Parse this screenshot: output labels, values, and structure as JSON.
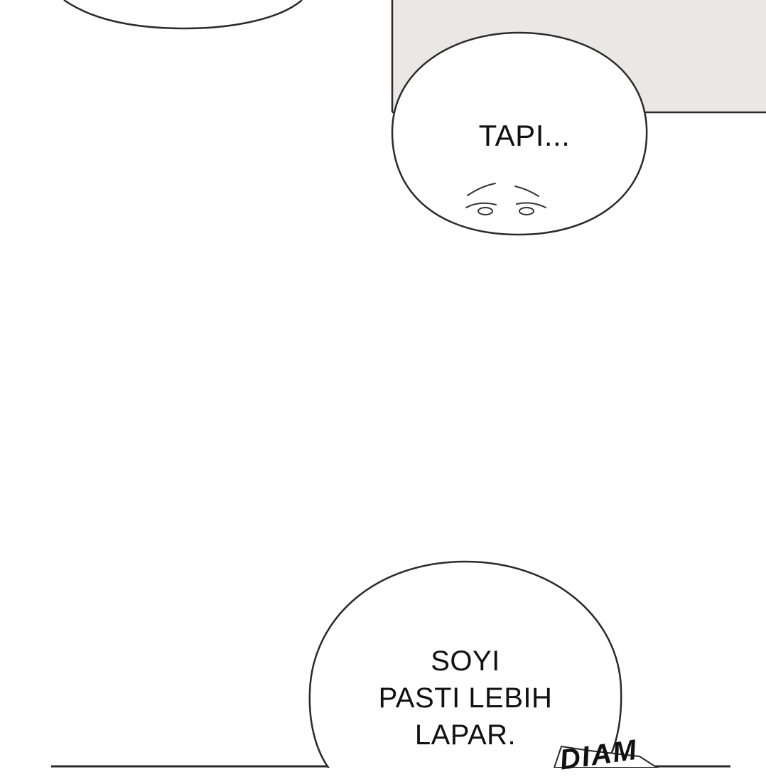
{
  "panel": {
    "background": "#ffffff",
    "wall_color": "#e9e8e5",
    "outline_color": "#2a2a2a"
  },
  "bubbles": {
    "top_right": {
      "text": "TAPI..."
    },
    "bottom": {
      "lines": [
        "SOYI",
        "PASTI LEBIH",
        "LAPAR."
      ]
    }
  },
  "sfx": {
    "text": "DIAM"
  }
}
